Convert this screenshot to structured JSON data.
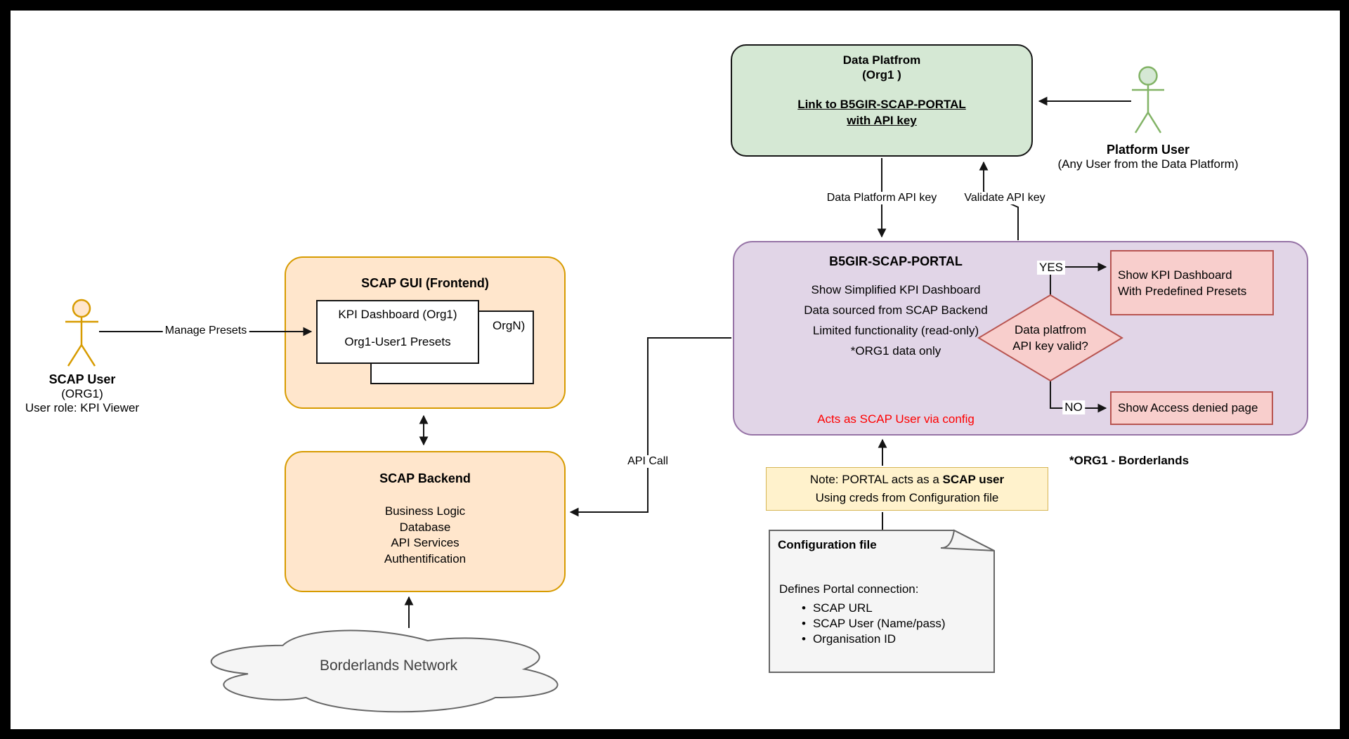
{
  "colors": {
    "green_fill": "#d5e8d4",
    "purple_fill": "#e1d5e7",
    "purple_border": "#9673a6",
    "pink_fill": "#f8cecc",
    "pink_border": "#b85450",
    "orange_fill": "#ffe6cc",
    "orange_border": "#d79b00",
    "yellow_fill": "#fff2cc",
    "yellow_border": "#d6b656",
    "gray_fill": "#f5f5f5",
    "red_text": "#fe0000"
  },
  "data_platform": {
    "title": "Data Platfrom",
    "subtitle": "(Org1 )",
    "link_line1": "Link to B5GIR-SCAP-PORTAL",
    "link_line2": "with API key"
  },
  "actors": {
    "platform_user": {
      "name": "Platform User",
      "desc": "(Any User from the Data Platform)"
    },
    "scap_user": {
      "name": "SCAP User",
      "org": "(ORG1)",
      "role": "User role: KPI Viewer"
    }
  },
  "edges": {
    "dp_api_key": "Data Platform API key",
    "validate_api_key": "Validate API key",
    "manage_presets": "Manage Presets",
    "api_call": "API Call",
    "yes": "YES",
    "no": "NO"
  },
  "portal": {
    "title": "B5GIR-SCAP-PORTAL",
    "lines": [
      "Show Simplified KPI Dashboard",
      "Data sourced from SCAP Backend",
      "Limited functionality (read-only)",
      "*ORG1 data only"
    ],
    "red_note": "Acts as SCAP User via config",
    "decision": {
      "line1": "Data platfrom",
      "line2": "API key valid?"
    },
    "yes_box": {
      "line1": "Show KPI Dashboard",
      "line2": "With Predefined Presets"
    },
    "no_box": "Show Access denied page"
  },
  "scap_gui": {
    "title": "SCAP GUI (Frontend)",
    "card_front": {
      "line1": "KPI Dashboard (Org1)",
      "line2": "Org1-User1 Presets"
    },
    "card_back_label": "OrgN)"
  },
  "scap_backend": {
    "title": "SCAP Backend",
    "lines": [
      "Business Logic",
      "Database",
      "API Services",
      "Authentification"
    ]
  },
  "note": {
    "line1_prefix": "Note: PORTAL acts as a ",
    "line1_bold": "SCAP user",
    "line2": "Using creds from Configuration file"
  },
  "config_file": {
    "title": "Configuration file",
    "intro": "Defines Portal connection:",
    "bullets": [
      "SCAP URL",
      "SCAP User (Name/pass)",
      "Organisation ID"
    ]
  },
  "cloud": {
    "label": "Borderlands Network"
  },
  "footnote": "*ORG1 - Borderlands"
}
